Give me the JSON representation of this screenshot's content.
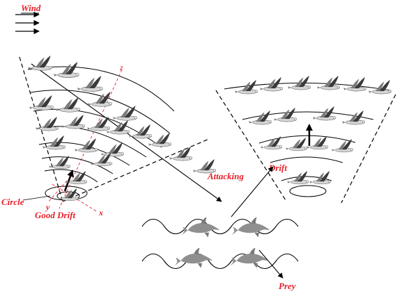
{
  "labels": {
    "wind": "Wind",
    "attacking": "Attacking",
    "drift": "Drift",
    "circle": "Circle",
    "good_drift": "Good Drift",
    "prey": "Prey"
  },
  "axes": {
    "x": "x",
    "y": "y",
    "z": "z"
  },
  "colors": {
    "label_red": "#e8202a",
    "line": "#000000",
    "dolphin": "#8f8f8f",
    "bird_wing": "#3a3a3a",
    "bird_body": "#d9d9d9"
  },
  "icons": {
    "bird": "seagull-icon",
    "dolphin": "dolphin-icon",
    "arrow": "arrow-icon"
  }
}
